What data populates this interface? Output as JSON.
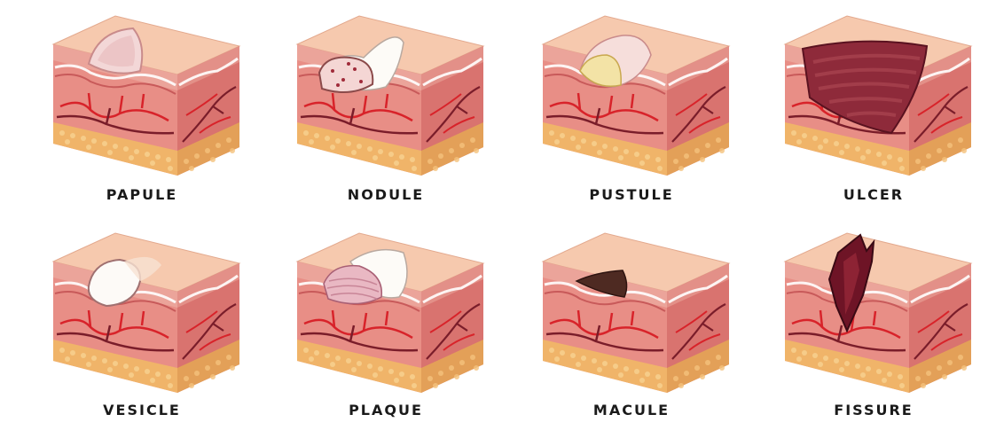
{
  "lesions": [
    {
      "label": "PAPULE"
    },
    {
      "label": "NODULE"
    },
    {
      "label": "PUSTULE"
    },
    {
      "label": "ULCER"
    },
    {
      "label": "VESICLE"
    },
    {
      "label": "PLAQUE"
    },
    {
      "label": "MACULE"
    },
    {
      "label": "FISSURE"
    }
  ],
  "colors": {
    "skin_top": "#f6c9ae",
    "epidermis": "#e8958d",
    "dermis": "#e27f79",
    "fat": "#f1b86c",
    "vessel": "#d8232a",
    "vein": "#7a1d2a",
    "label": "#1a1a1a"
  }
}
